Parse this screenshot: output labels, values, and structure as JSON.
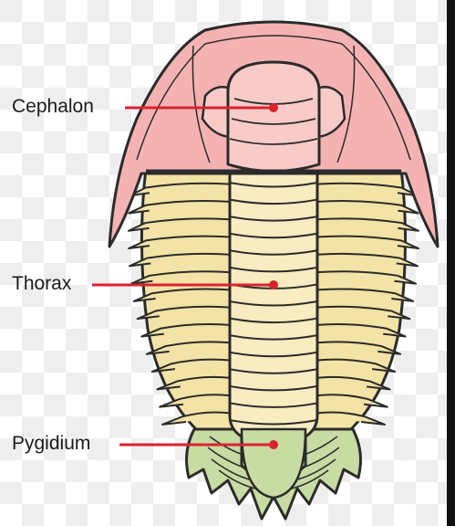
{
  "diagram": {
    "labels": {
      "cephalon": "Cephalon",
      "thorax": "Thorax",
      "pygidium": "Pygidium"
    },
    "colors": {
      "cephalon": "#f4b3b2",
      "cephalon_light": "#f9cbc8",
      "thorax": "#f3e3a6",
      "thorax_light": "#f8ecc0",
      "pygidium": "#c7dba3",
      "outline": "#2b2b2b",
      "leader": "#d9232f",
      "checker": "#eeeeee"
    }
  }
}
